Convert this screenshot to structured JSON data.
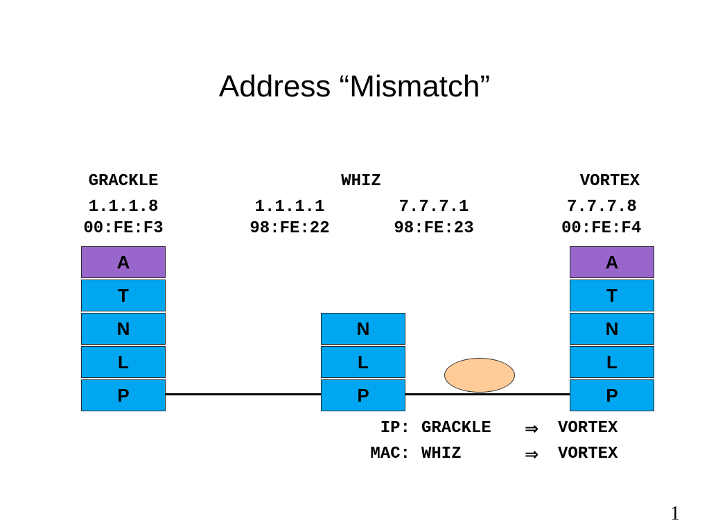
{
  "title": "Address “Mismatch”",
  "page_number": "1",
  "hosts": {
    "grackle": {
      "name": "GRACKLE",
      "ip": "1.1.1.8",
      "mac": "00:FE:F3",
      "layers": [
        "A",
        "T",
        "N",
        "L",
        "P"
      ]
    },
    "whiz": {
      "name": "WHIZ",
      "ip_left": "1.1.1.1",
      "mac_left": "98:FE:22",
      "ip_right": "7.7.7.1",
      "mac_right": "98:FE:23",
      "layers": [
        "N",
        "L",
        "P"
      ]
    },
    "vortex": {
      "name": "VORTEX",
      "ip": "7.7.7.8",
      "mac": "00:FE:F4",
      "layers": [
        "A",
        "T",
        "N",
        "L",
        "P"
      ]
    }
  },
  "legend": {
    "ip_label": "IP:",
    "ip_src": "GRACKLE",
    "ip_dst": "VORTEX",
    "mac_label": "MAC:",
    "mac_src": "WHIZ",
    "mac_dst": "VORTEX",
    "arrow": "⇒"
  },
  "colors": {
    "layer": "#00a6f0",
    "application": "#9966cc",
    "packet": "#ffcc99"
  }
}
